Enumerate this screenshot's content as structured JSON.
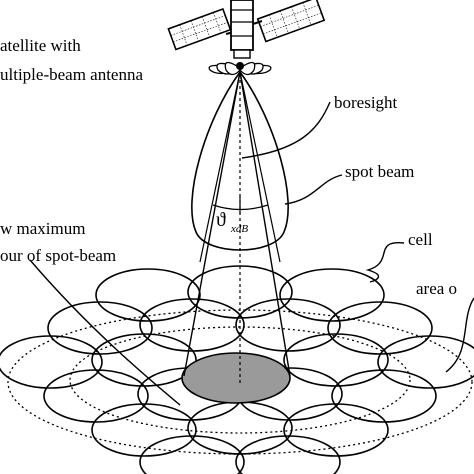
{
  "labels": {
    "satellite_line1": "atellite with",
    "satellite_line2": "ultiple-beam antenna",
    "boresight": "boresight",
    "spot_beam": "spot beam",
    "theta_symbol": "ϑ",
    "theta_subscript": "xdB",
    "contour_line1": "w maximum",
    "contour_line2": "our of spot-beam",
    "cell": "cell",
    "area": "area o"
  },
  "colors": {
    "ink": "#000000",
    "panel": "#ffffff",
    "shaded_cell": "#9a9a9a"
  }
}
